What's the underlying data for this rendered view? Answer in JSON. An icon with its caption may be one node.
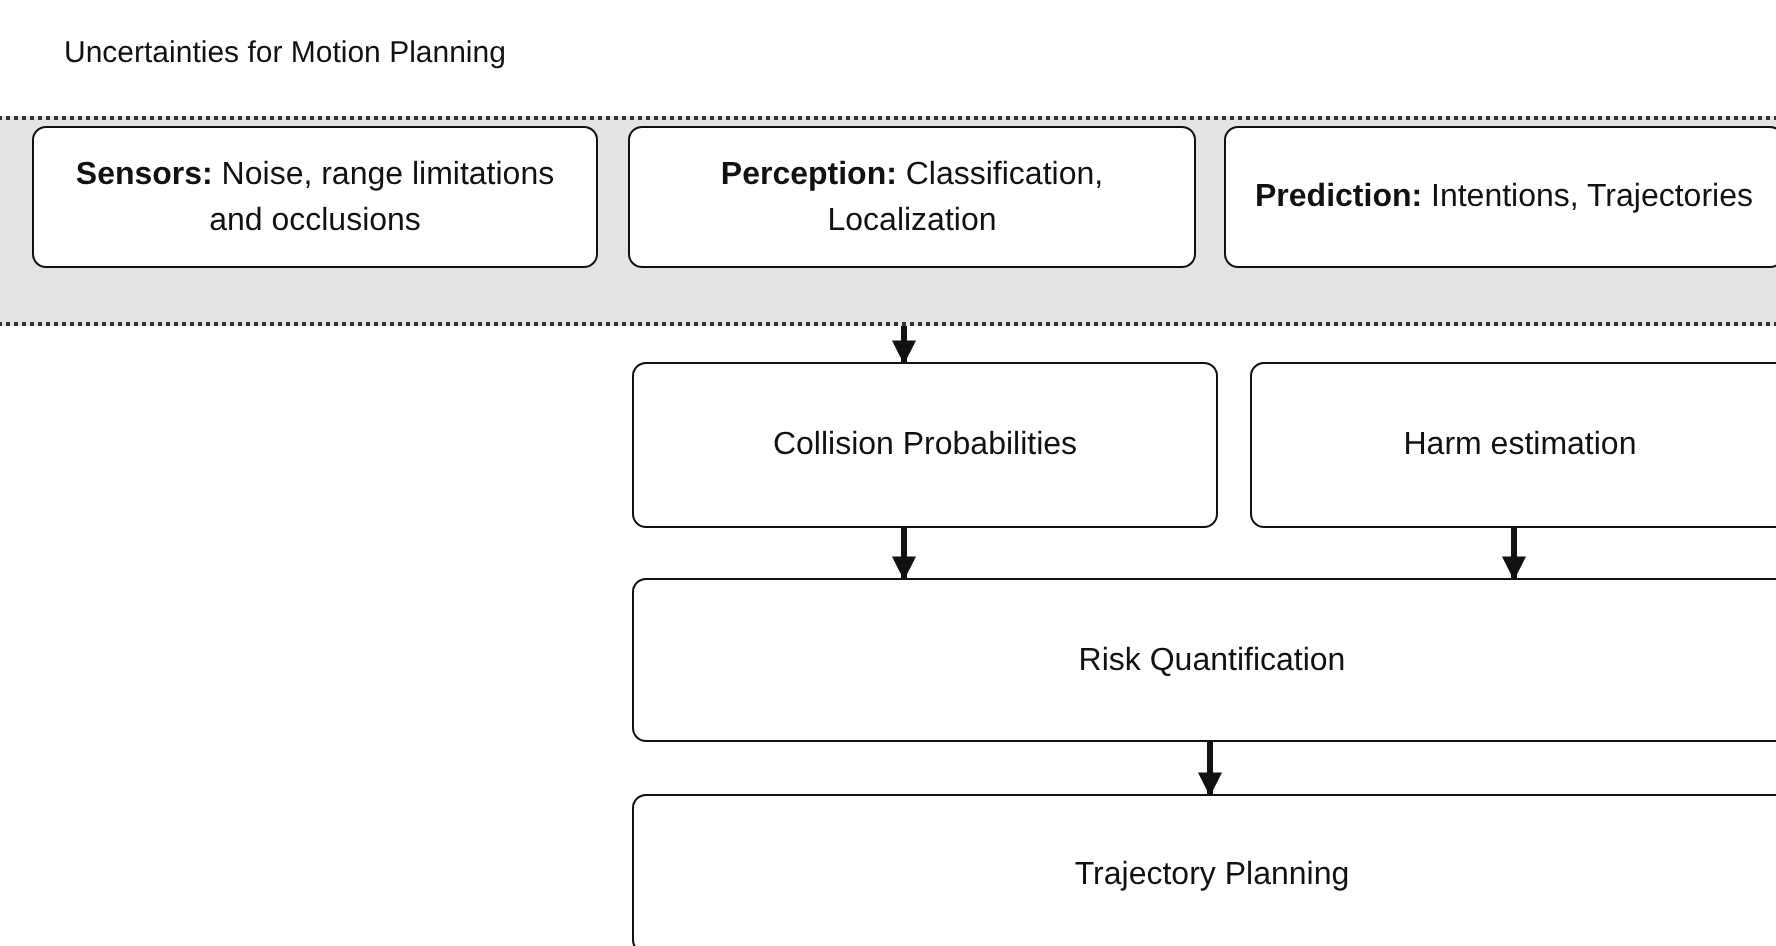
{
  "diagram": {
    "nodes": [
      {
        "text": [
          "Uncertainties for Motion Planning"
        ]
      },
      {
        "text": [
          "**Sensors:** Noise, range limitations and occlusions"
        ],
        "in": 0
      },
      {
        "text": [
          "**Perception:** Classification, Localization"
        ],
        "in": 0
      },
      {
        "text": [
          "**Prediction:** Intentions, Trajectories"
        ],
        "in": 0
      },
      {
        "text": [
          "Collision Probabilities"
        ]
      },
      {
        "text": [
          "Harm estimation"
        ]
      },
      {
        "text": [
          "Risk Quantification"
        ]
      },
      {
        "text": [
          "Trajectory Planning"
        ]
      }
    ],
    "edges": [
      {
        "from": 0,
        "to": 4,
        "arrow": "to"
      },
      {
        "from": 4,
        "to": 6,
        "arrow": "to"
      },
      {
        "from": 5,
        "to": 6,
        "arrow": "to"
      },
      {
        "from": 6,
        "to": 7,
        "arrow": "to"
      }
    ]
  }
}
